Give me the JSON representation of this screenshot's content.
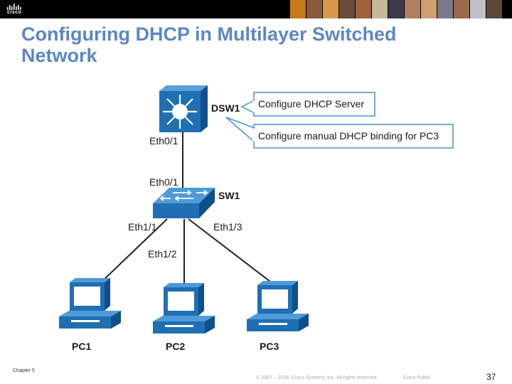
{
  "slide": {
    "title": "Configuring DHCP in Multilayer Switched Network",
    "chapter": "Chapter 5",
    "copyright": "© 2007 – 2016, Cisco Systems, Inc. All rights reserved.",
    "classification": "Cisco Public",
    "page_number": "37",
    "logo_text": "cisco"
  },
  "diagram": {
    "dsw": {
      "label": "DSW1",
      "port": "Eth0/1"
    },
    "sw": {
      "label": "SW1",
      "port_up": "Eth0/1",
      "port_1": "Eth1/1",
      "port_2": "Eth1/2",
      "port_3": "Eth1/3"
    },
    "callouts": [
      "Configure DHCP Server",
      "Configure manual DHCP binding for PC3"
    ],
    "pcs": [
      "PC1",
      "PC2",
      "PC3"
    ]
  },
  "colors": {
    "title": "#5b87c4",
    "device": "#1f6fb3",
    "callout_border": "#4a8fd0"
  }
}
